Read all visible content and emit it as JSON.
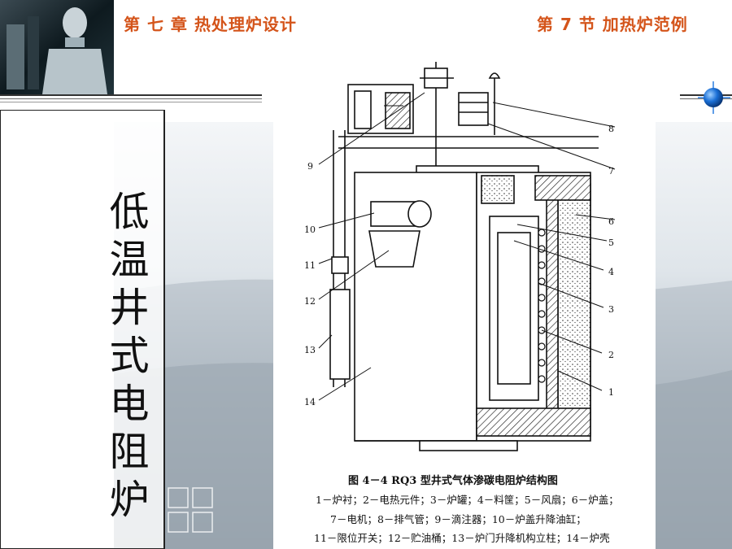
{
  "header": {
    "chapter": "第 七 章  热处理炉设计",
    "section": "第 7 节   加热炉范例"
  },
  "side_title": [
    "低",
    "温",
    "井",
    "式",
    "电",
    "阻",
    "炉"
  ],
  "figure": {
    "caption_title": "图 4－4   RQ3 型井式气体渗碳电阻炉结构图",
    "legend_lines": [
      "1－炉衬；2－电热元件；3－炉罐；4－料筐；5－风扇；6－炉盖；",
      "7－电机；8－排气管；9－滴注器；10－炉盖升降油缸；",
      "11－限位开关；12－贮油桶；13－炉门升降机构立柱；14－炉壳"
    ],
    "callouts": [
      "1",
      "2",
      "3",
      "4",
      "5",
      "6",
      "7",
      "8",
      "9",
      "10",
      "11",
      "12",
      "13",
      "14"
    ]
  },
  "colors": {
    "header_text": "#d4541a",
    "accent_ball": "#1a6fd6"
  }
}
